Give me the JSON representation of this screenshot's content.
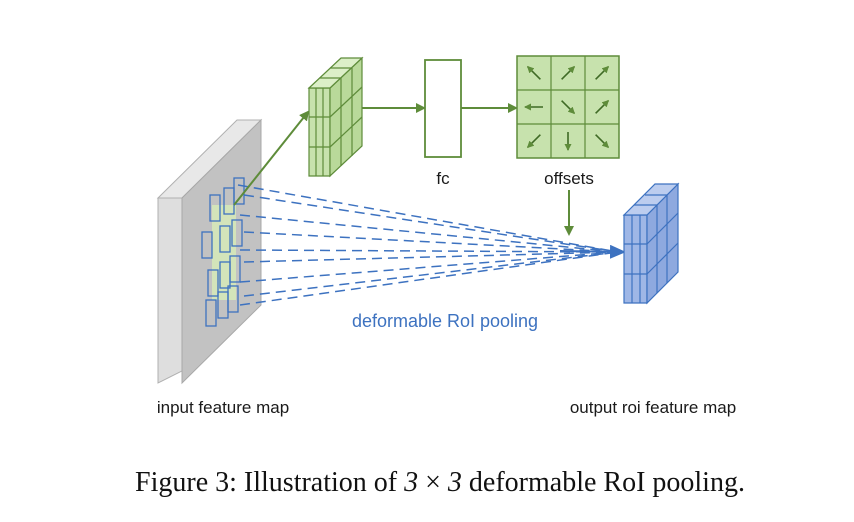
{
  "labels": {
    "fc": "fc",
    "offsets": "offsets",
    "pooling": "deformable RoI pooling",
    "input": "input feature map",
    "output": "output roi feature map"
  },
  "caption": {
    "prefix": "Figure 3: Illustration of ",
    "n1": "3",
    "times": "×",
    "n2": "3",
    "suffix": " deformable RoI pooling."
  },
  "colors": {
    "green_fill": "#c7e2ad",
    "green_stroke": "#5e8c3a",
    "blue_fill": "#9fb7e6",
    "blue_stroke": "#3d72c0",
    "gray_front": "#c2c2c2",
    "gray_side": "#dedede",
    "label_blue": "#3d72c0"
  },
  "offset_arrows": [
    "arrow-up-left",
    "arrow-up-right",
    "arrow-up-right",
    "arrow-left",
    "arrow-down-right",
    "arrow-up-right",
    "arrow-down-left",
    "arrow-down",
    "arrow-down-right"
  ]
}
